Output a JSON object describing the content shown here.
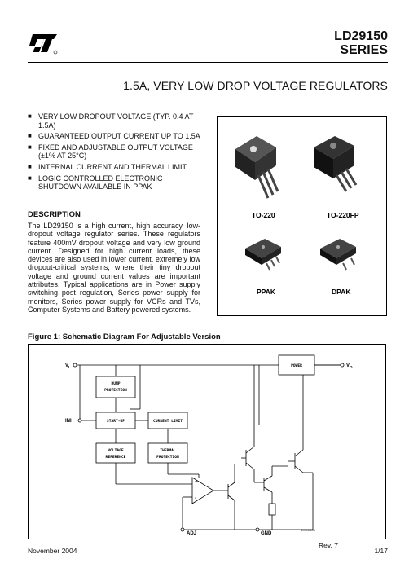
{
  "header": {
    "part_number": "LD29150",
    "series": "SERIES",
    "title": "1.5A, VERY LOW DROP VOLTAGE REGULATORS"
  },
  "features": [
    "VERY LOW DROPOUT VOLTAGE (TYP. 0.4 AT 1.5A)",
    "GUARANTEED OUTPUT CURRENT UP TO 1.5A",
    "FIXED AND ADJUSTABLE OUTPUT VOLTAGE (±1% AT 25°C)",
    "INTERNAL CURRENT AND THERMAL LIMIT",
    "LOGIC CONTROLLED ELECTRONIC SHUTDOWN AVAILABLE IN PPAK"
  ],
  "description": {
    "heading": "DESCRIPTION",
    "body": "The LD29150 is a high current, high accuracy, low-dropout voltage regulator series. These regulators feature 400mV dropout voltage and very low ground current. Designed for high current loads, these devices are also used in lower current, extremely low dropout-critical systems, where their tiny dropout voltage and ground current values are important attributes. Typical applications are in Power supply switching post regulation, Series power supply for monitors, Series power supply for VCRs and TVs, Computer Systems and Battery powered systems."
  },
  "packages": [
    {
      "label": "TO-220"
    },
    {
      "label": "TO-220FP"
    },
    {
      "label": "PPAK"
    },
    {
      "label": "DPAK"
    }
  ],
  "figure": {
    "caption": "Figure 1: Schematic Diagram For Adjustable Version",
    "blocks": {
      "power": "POWER",
      "dump_1": "DUMP",
      "dump_2": "PROTECTION",
      "startup": "START-UP",
      "current_limit": "CURRENT LIMIT",
      "vref_1": "VOLTAGE",
      "vref_2": "REFERENCE",
      "thermal_1": "THERMAL",
      "thermal_2": "PROTECTION"
    },
    "pins": {
      "vi": "V",
      "vi_sub": "I",
      "vo": "V",
      "vo_sub": "O",
      "inh": "INH",
      "adj": "ADJ",
      "gnd": "GND"
    },
    "opamp_plus": "+",
    "opamp_minus": "-",
    "drawing_code": "DS00304"
  },
  "footer": {
    "date": "November 2004",
    "rev": "Rev. 7",
    "page": "1/17"
  }
}
